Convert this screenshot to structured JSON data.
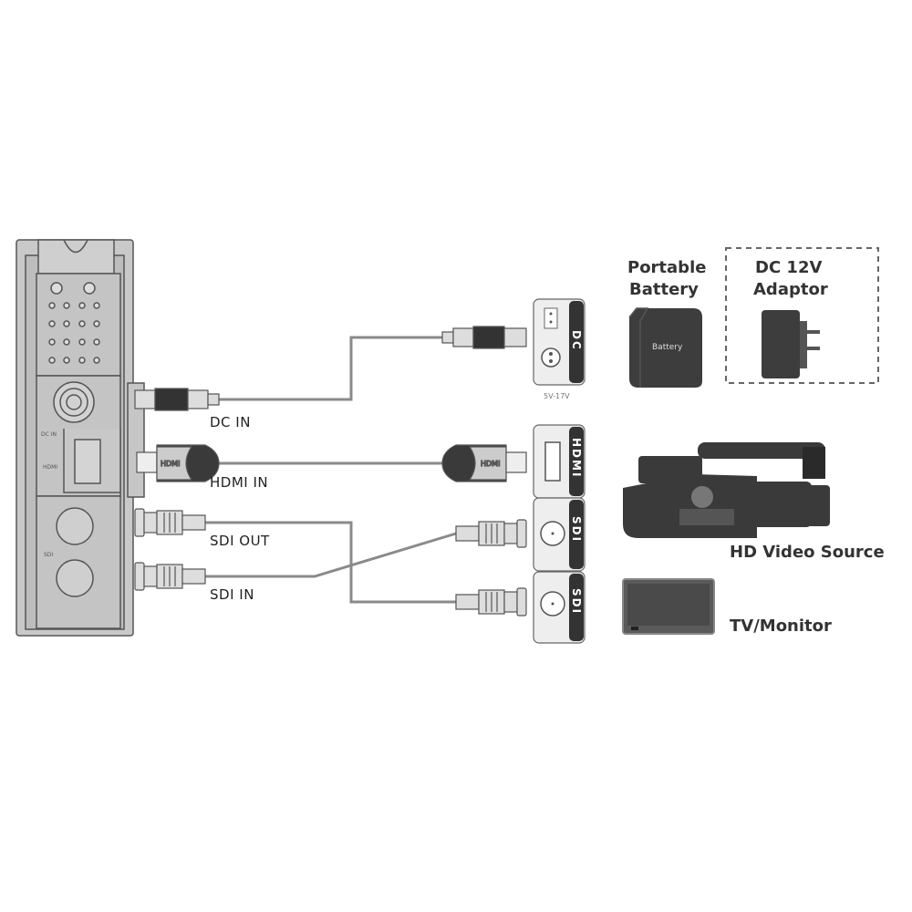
{
  "device": {
    "side_labels": {
      "dc_in": "DC IN",
      "hdmi": "HDMI",
      "sdi": "SDI"
    }
  },
  "cables": {
    "dc_in": "DC IN",
    "hdmi_in": "HDMI IN",
    "sdi_out": "SDI OUT",
    "sdi_in": "SDI IN",
    "hdmi_plug_text": "HDMI"
  },
  "panels": {
    "dc": {
      "label": "DC",
      "voltage": "5V-17V"
    },
    "hdmi": {
      "label": "HDMI"
    },
    "sdi_1": {
      "label": "SDI"
    },
    "sdi_2": {
      "label": "SDI"
    }
  },
  "power": {
    "battery_line1": "Portable",
    "battery_line2": "Battery",
    "battery_icon_text": "Battery",
    "adaptor_line1": "DC 12V",
    "adaptor_line2": "Adaptor"
  },
  "sources": {
    "video_source": "HD Video Source",
    "monitor": "TV/Monitor"
  },
  "colors": {
    "outline": "#555555",
    "body": "#c8c8c8",
    "dark": "#3a3a3a",
    "cable": "#8a8a8a"
  }
}
